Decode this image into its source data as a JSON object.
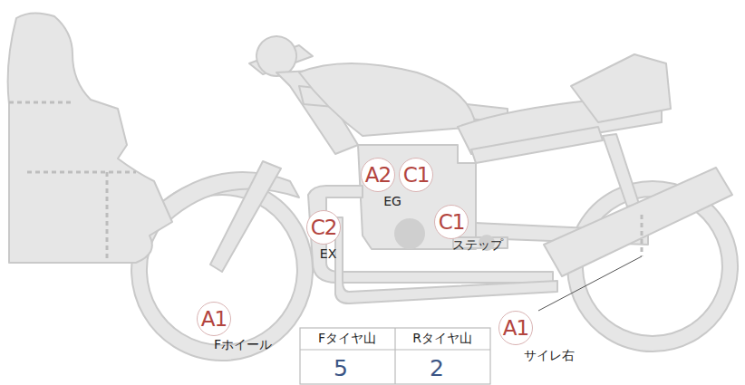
{
  "diagram": {
    "nodes": [
      {
        "text": [
          "A2"
        ]
      },
      {
        "text": [
          "C1"
        ]
      },
      {
        "text": [
          "C2"
        ]
      },
      {
        "text": [
          "C1"
        ]
      },
      {
        "text": [
          "A1"
        ]
      },
      {
        "text": [
          "A1"
        ]
      }
    ],
    "labels": [
      "EG",
      "EX",
      "ステップ",
      "Fホイール",
      "サイレ右",
      "Fタイヤ山",
      "Rタイヤ山",
      "5",
      "2"
    ]
  }
}
